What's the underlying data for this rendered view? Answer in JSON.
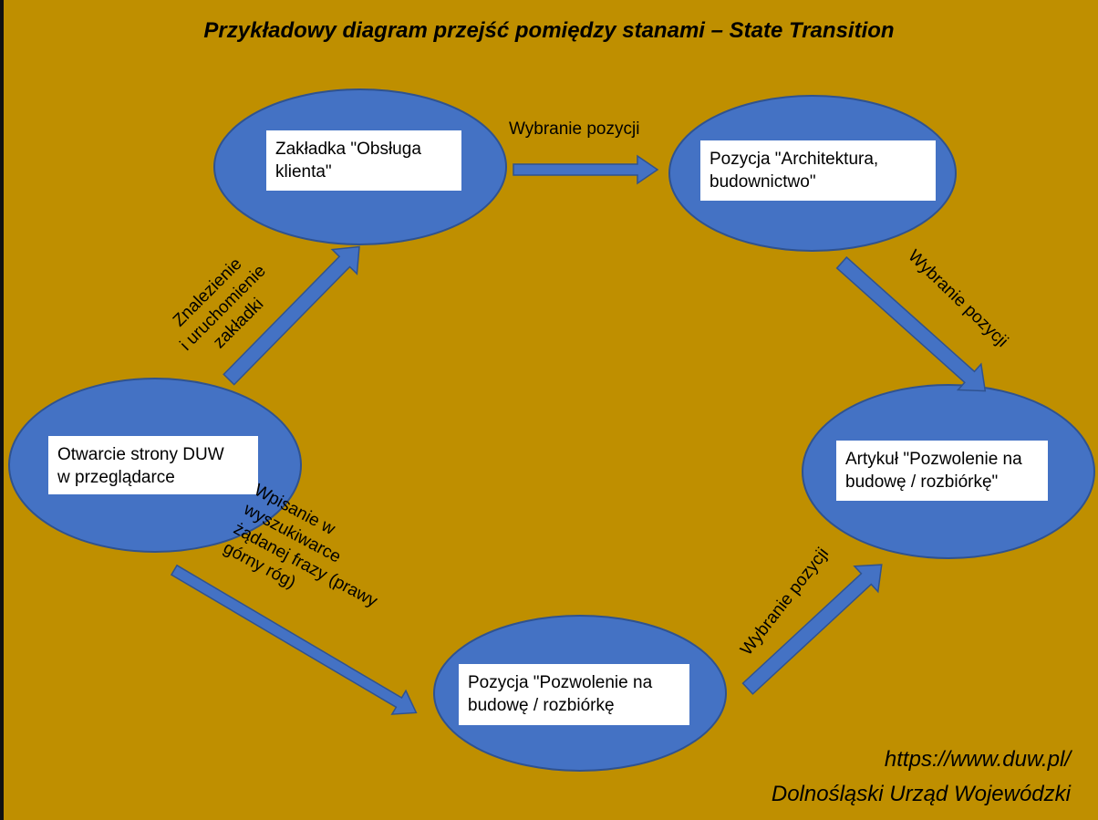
{
  "title": "Przykładowy diagram przejść pomiędzy stanami – State Transition",
  "colors": {
    "background": "#bf8f00",
    "state_fill": "#4472c4",
    "state_stroke": "#2f528f",
    "arrow_fill": "#4472c4"
  },
  "states": {
    "start": "Otwarcie strony DUW\nw przeglądarce",
    "tab": "Zakładka \"Obsługa\nklienta\"",
    "architecture": "Pozycja  \"Architektura,\nbudownictwo\"",
    "article": "Artykuł \"Pozwolenie na\nbudowę / rozbiórkę\"",
    "permit": "Pozycja \"Pozwolenie na\nbudowę / rozbiórkę"
  },
  "transitions": {
    "start_to_tab": "Znalezienie\ni uruchomienie\nzakładki",
    "tab_to_architecture": "Wybranie pozycji",
    "architecture_to_article": "Wybranie pozycji",
    "start_to_permit": "Wpisanie w\nwyszukiwarce\nżądanej  frazy (prawy\ngórny róg)",
    "permit_to_article": "Wybranie pozycji"
  },
  "source": {
    "url": "https://www.duw.pl/",
    "org": "Dolnośląski Urząd Wojewódzki"
  }
}
